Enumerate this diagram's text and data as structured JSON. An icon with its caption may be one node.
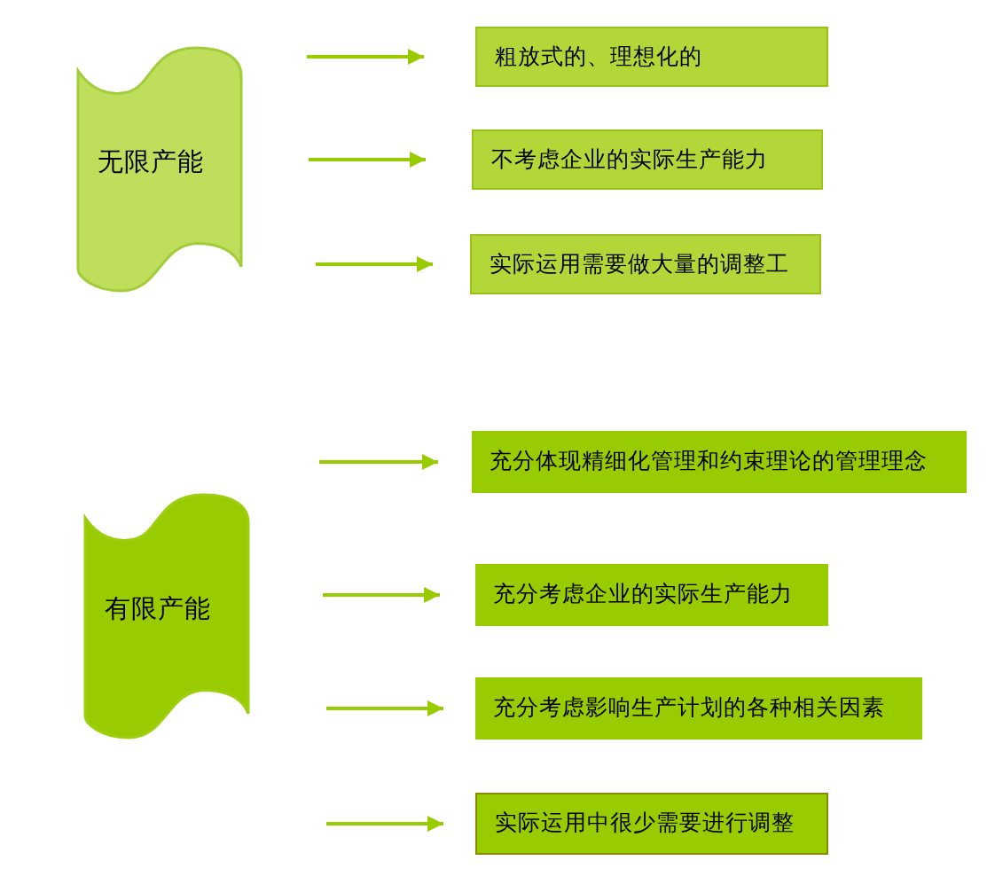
{
  "diagram": {
    "nodes": [
      {
        "text": [
          "无限产能"
        ]
      },
      {
        "text": [
          "粗放式的、理想化的"
        ]
      },
      {
        "text": [
          "不考虑企业的实际生产能力"
        ]
      },
      {
        "text": [
          "实际运用需要做大量的调整工"
        ]
      },
      {
        "text": [
          "有限产能"
        ]
      },
      {
        "text": [
          "充分体现精细化管理和约束理论的管理理念"
        ]
      },
      {
        "text": [
          "充分考虑企业的实际生产能力"
        ]
      },
      {
        "text": [
          "充分考虑影响生产计划的各种相关因素"
        ]
      },
      {
        "text": [
          "实际运用中很少需要进行调整"
        ]
      }
    ],
    "edges": [
      {
        "from": null,
        "to": 1,
        "arrow": "to"
      },
      {
        "from": null,
        "to": 2,
        "arrow": "to"
      },
      {
        "from": null,
        "to": 3,
        "arrow": "to"
      },
      {
        "from": null,
        "to": 5,
        "arrow": "to"
      },
      {
        "from": null,
        "to": 6,
        "arrow": "to"
      },
      {
        "from": null,
        "to": 7,
        "arrow": "to"
      },
      {
        "from": null,
        "to": 8,
        "arrow": "to"
      }
    ]
  }
}
